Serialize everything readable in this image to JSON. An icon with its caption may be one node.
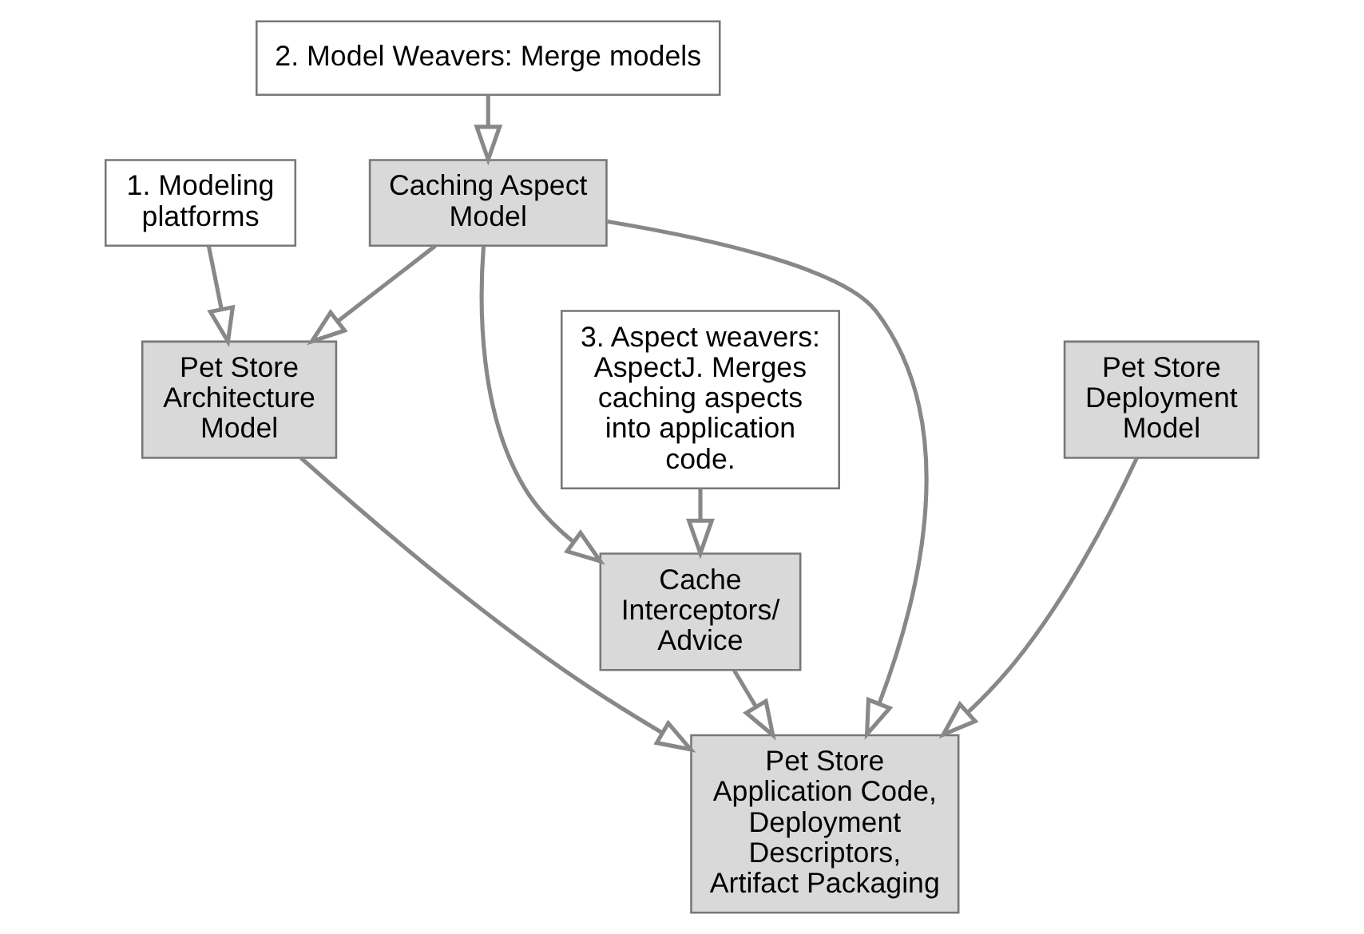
{
  "diagram": {
    "nodes": [
      {
        "text": [
          "2. Model Weavers: Merge models"
        ]
      },
      {
        "text": [
          "Caching Aspect Model"
        ]
      },
      {
        "text": [
          "1. Modeling platforms"
        ]
      },
      {
        "text": [
          "3. Aspect weavers: AspectJ. Merges caching aspects into application code."
        ]
      },
      {
        "text": [
          "Pet Store Architecture Model"
        ]
      },
      {
        "text": [
          "Cache Interceptors/ Advice"
        ]
      },
      {
        "text": [
          "Pet Store Deployment Model"
        ]
      },
      {
        "text": [
          "Pet Store Application Code, Deployment Descriptors, Artifact Packaging"
        ]
      }
    ],
    "edges": [
      {
        "from": 0,
        "to": 1,
        "arrow": "to"
      },
      {
        "from": 1,
        "to": 4,
        "arrow": "to"
      },
      {
        "from": 1,
        "to": 7,
        "arrow": "to"
      },
      {
        "from": 1,
        "to": 5,
        "arrow": "to"
      },
      {
        "from": 2,
        "to": 4,
        "arrow": "to"
      },
      {
        "from": 3,
        "to": 5,
        "arrow": "to"
      },
      {
        "from": 5,
        "to": 7,
        "arrow": "to"
      },
      {
        "from": 4,
        "to": 7,
        "arrow": "to"
      },
      {
        "from": 6,
        "to": 7,
        "arrow": "to"
      }
    ]
  }
}
